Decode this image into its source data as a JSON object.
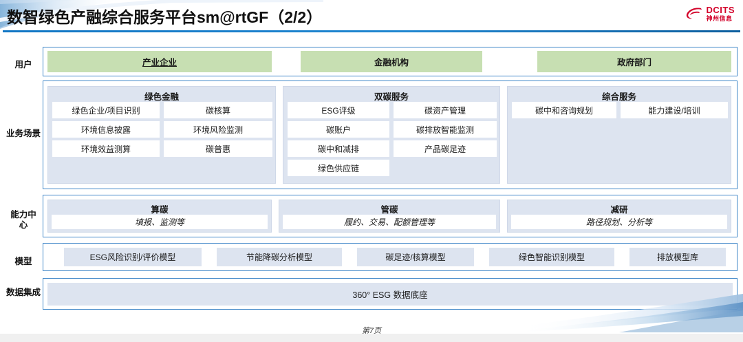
{
  "header": {
    "title": "数智绿色产融综合服务平台sm@rtGF（2/2）",
    "logo_en": "DCITS",
    "logo_cn": "神州信息",
    "logo_color": "#d3022a",
    "rule_color": "#1176c4"
  },
  "colors": {
    "user_box": "#c7dfb2",
    "panel_bg": "#dde4f0",
    "band_border": "#3f86c8",
    "cell_bg": "#ffffff"
  },
  "rows": {
    "user": {
      "label": "用户",
      "boxes": [
        {
          "text": "产业企业",
          "underlined": true
        },
        {
          "text": "金融机构",
          "underlined": false
        },
        {
          "text": "政府部门",
          "underlined": false
        }
      ]
    },
    "business": {
      "label": "业务场景",
      "panels": [
        {
          "title": "绿色金融",
          "cells": [
            "绿色企业/项目识别",
            "碳核算",
            "环境信息披露",
            "环境风险监测",
            "环境效益测算",
            "碳普惠"
          ]
        },
        {
          "title": "双碳服务",
          "cells": [
            "ESG评级",
            "碳资产管理",
            "碳账户",
            "碳排放智能监测",
            "碳中和减排",
            "产品碳足迹",
            "绿色供应链"
          ]
        },
        {
          "title": "综合服务",
          "cells": [
            "碳中和咨询规划",
            "能力建设/培训"
          ]
        }
      ]
    },
    "capability": {
      "label": "能力中心",
      "columns": [
        {
          "title": "算碳",
          "sub": "填报、监测等"
        },
        {
          "title": "管碳",
          "sub": "履约、交易、配额管理等"
        },
        {
          "title": "减研",
          "sub": "路径规划、分析等"
        }
      ]
    },
    "model": {
      "label": "模型",
      "boxes": [
        "ESG风险识别/评价模型",
        "节能降碳分析模型",
        "碳足迹/核算模型",
        "绿色智能识别模型",
        "排放模型库"
      ]
    },
    "data": {
      "label": "数据集成",
      "box": "360° ESG 数据底座"
    }
  },
  "footer": {
    "page": "第7页"
  }
}
